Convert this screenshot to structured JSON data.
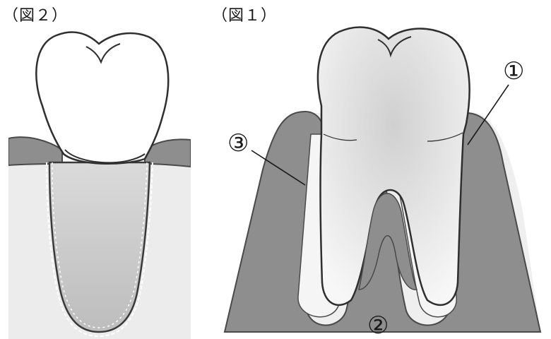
{
  "figure2": {
    "caption": "（図２）"
  },
  "figure1": {
    "caption": "（図１）",
    "labels": {
      "one": "①",
      "two": "②",
      "three": "③"
    }
  },
  "colors": {
    "gum": "#8d8d8d",
    "gum_outline": "#4a4a4a",
    "bone": "#ededed",
    "tooth": "#ffffff",
    "root_shade": "#cfcfcf",
    "outline": "#333333"
  }
}
